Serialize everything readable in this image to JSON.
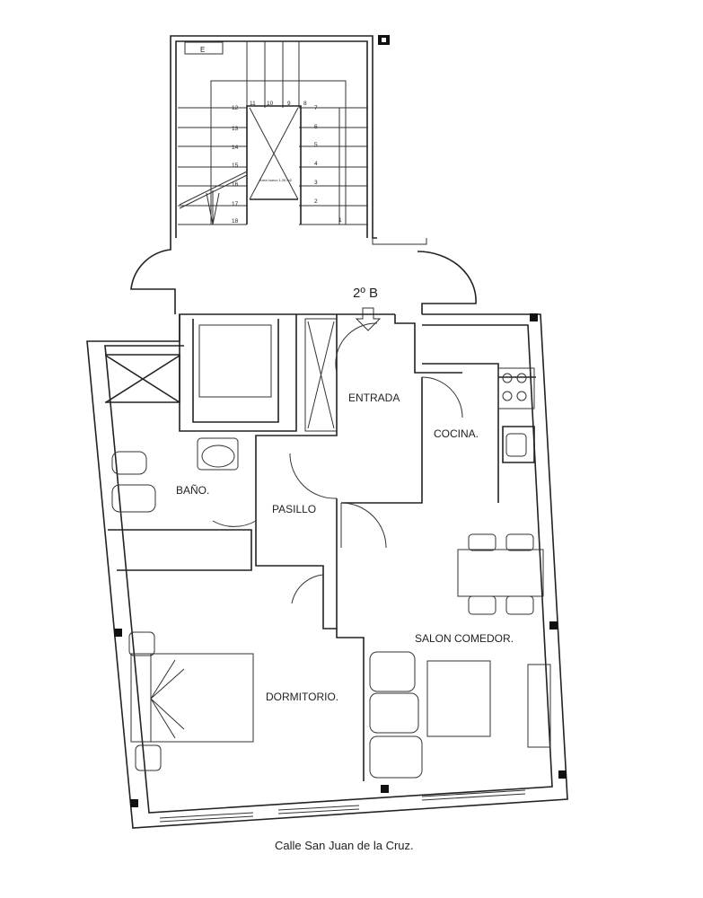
{
  "unit_label": "2º  B",
  "rooms": {
    "entrada": "ENTRADA",
    "cocina": "COCINA.",
    "bano": "BAÑO.",
    "pasillo": "PASILLO",
    "salon": "SALON COMEDOR.",
    "dormitorio": "DORMITORIO."
  },
  "street": "Calle San Juan de la Cruz.",
  "stair": {
    "box_label": "E",
    "shaft_label": "Área hueco 1.26 m2",
    "steps_right": [
      "1",
      "2",
      "3",
      "4",
      "5",
      "6",
      "7"
    ],
    "steps_top": [
      "8",
      "9",
      "10",
      "11"
    ],
    "steps_left": [
      "12",
      "13",
      "14",
      "15",
      "16",
      "17",
      "18"
    ]
  }
}
